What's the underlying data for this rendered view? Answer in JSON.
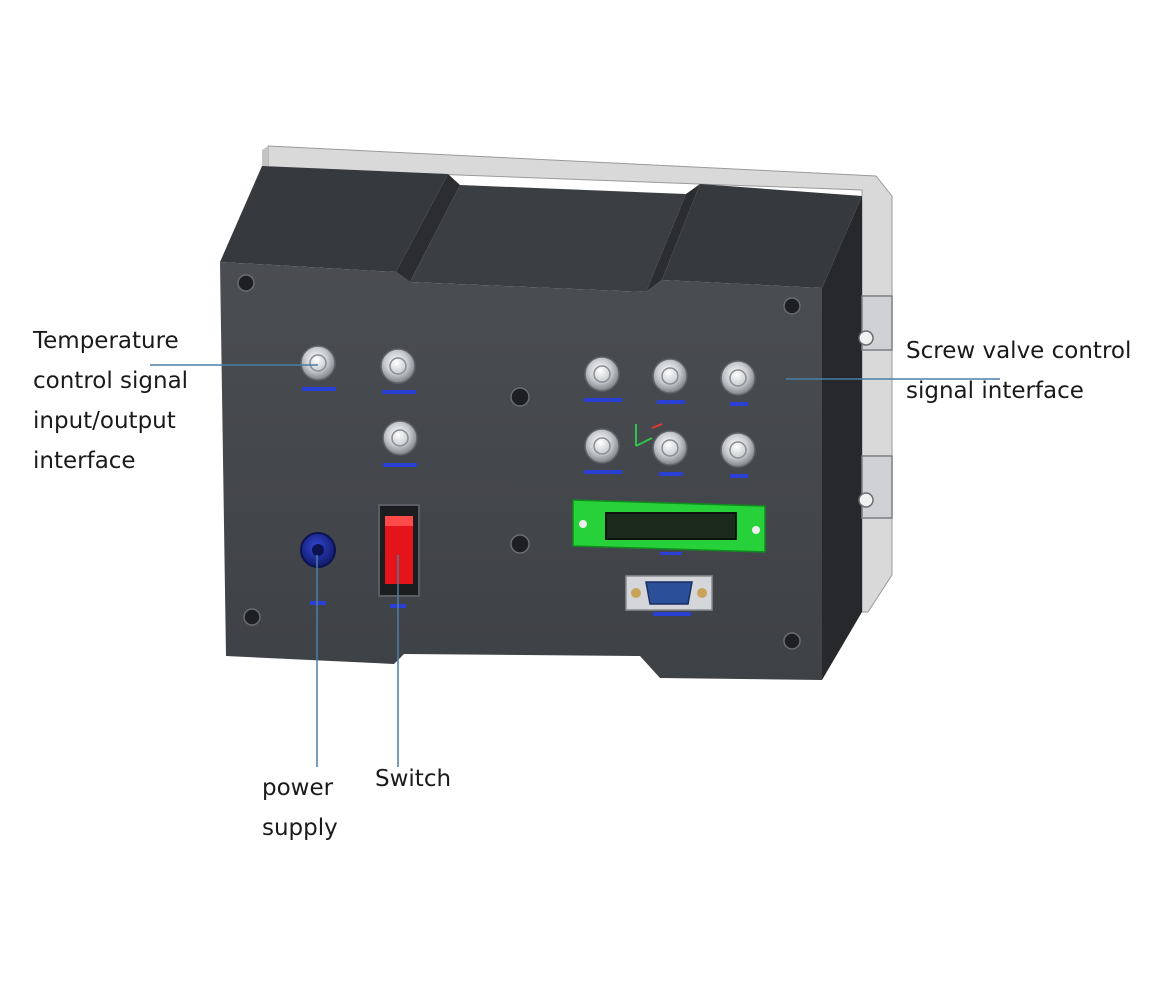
{
  "labels": {
    "temperature": [
      "Temperature",
      "control signal",
      "input/output",
      "interface"
    ],
    "screw_valve": [
      "Screw valve control",
      "signal interface"
    ],
    "power": [
      "power",
      "supply"
    ],
    "switch": "Switch"
  },
  "colors": {
    "body": "#45484d",
    "body_dark": "#2f3236",
    "side": "#26282b",
    "back_plate": "#d8d8d8",
    "leader_line": "#4a7fa6",
    "switch_red": "#e5141a",
    "power_blue": "#1d2fa8",
    "terminal_green": "#27d13a",
    "db9_blue": "#2c4f9a",
    "port_text": "#2a3fd4"
  },
  "icons": [
    "bnc-connector-icon",
    "rocker-switch-icon",
    "power-jack-icon",
    "terminal-block-icon",
    "db9-connector-icon",
    "screw-icon",
    "bracket-icon"
  ]
}
